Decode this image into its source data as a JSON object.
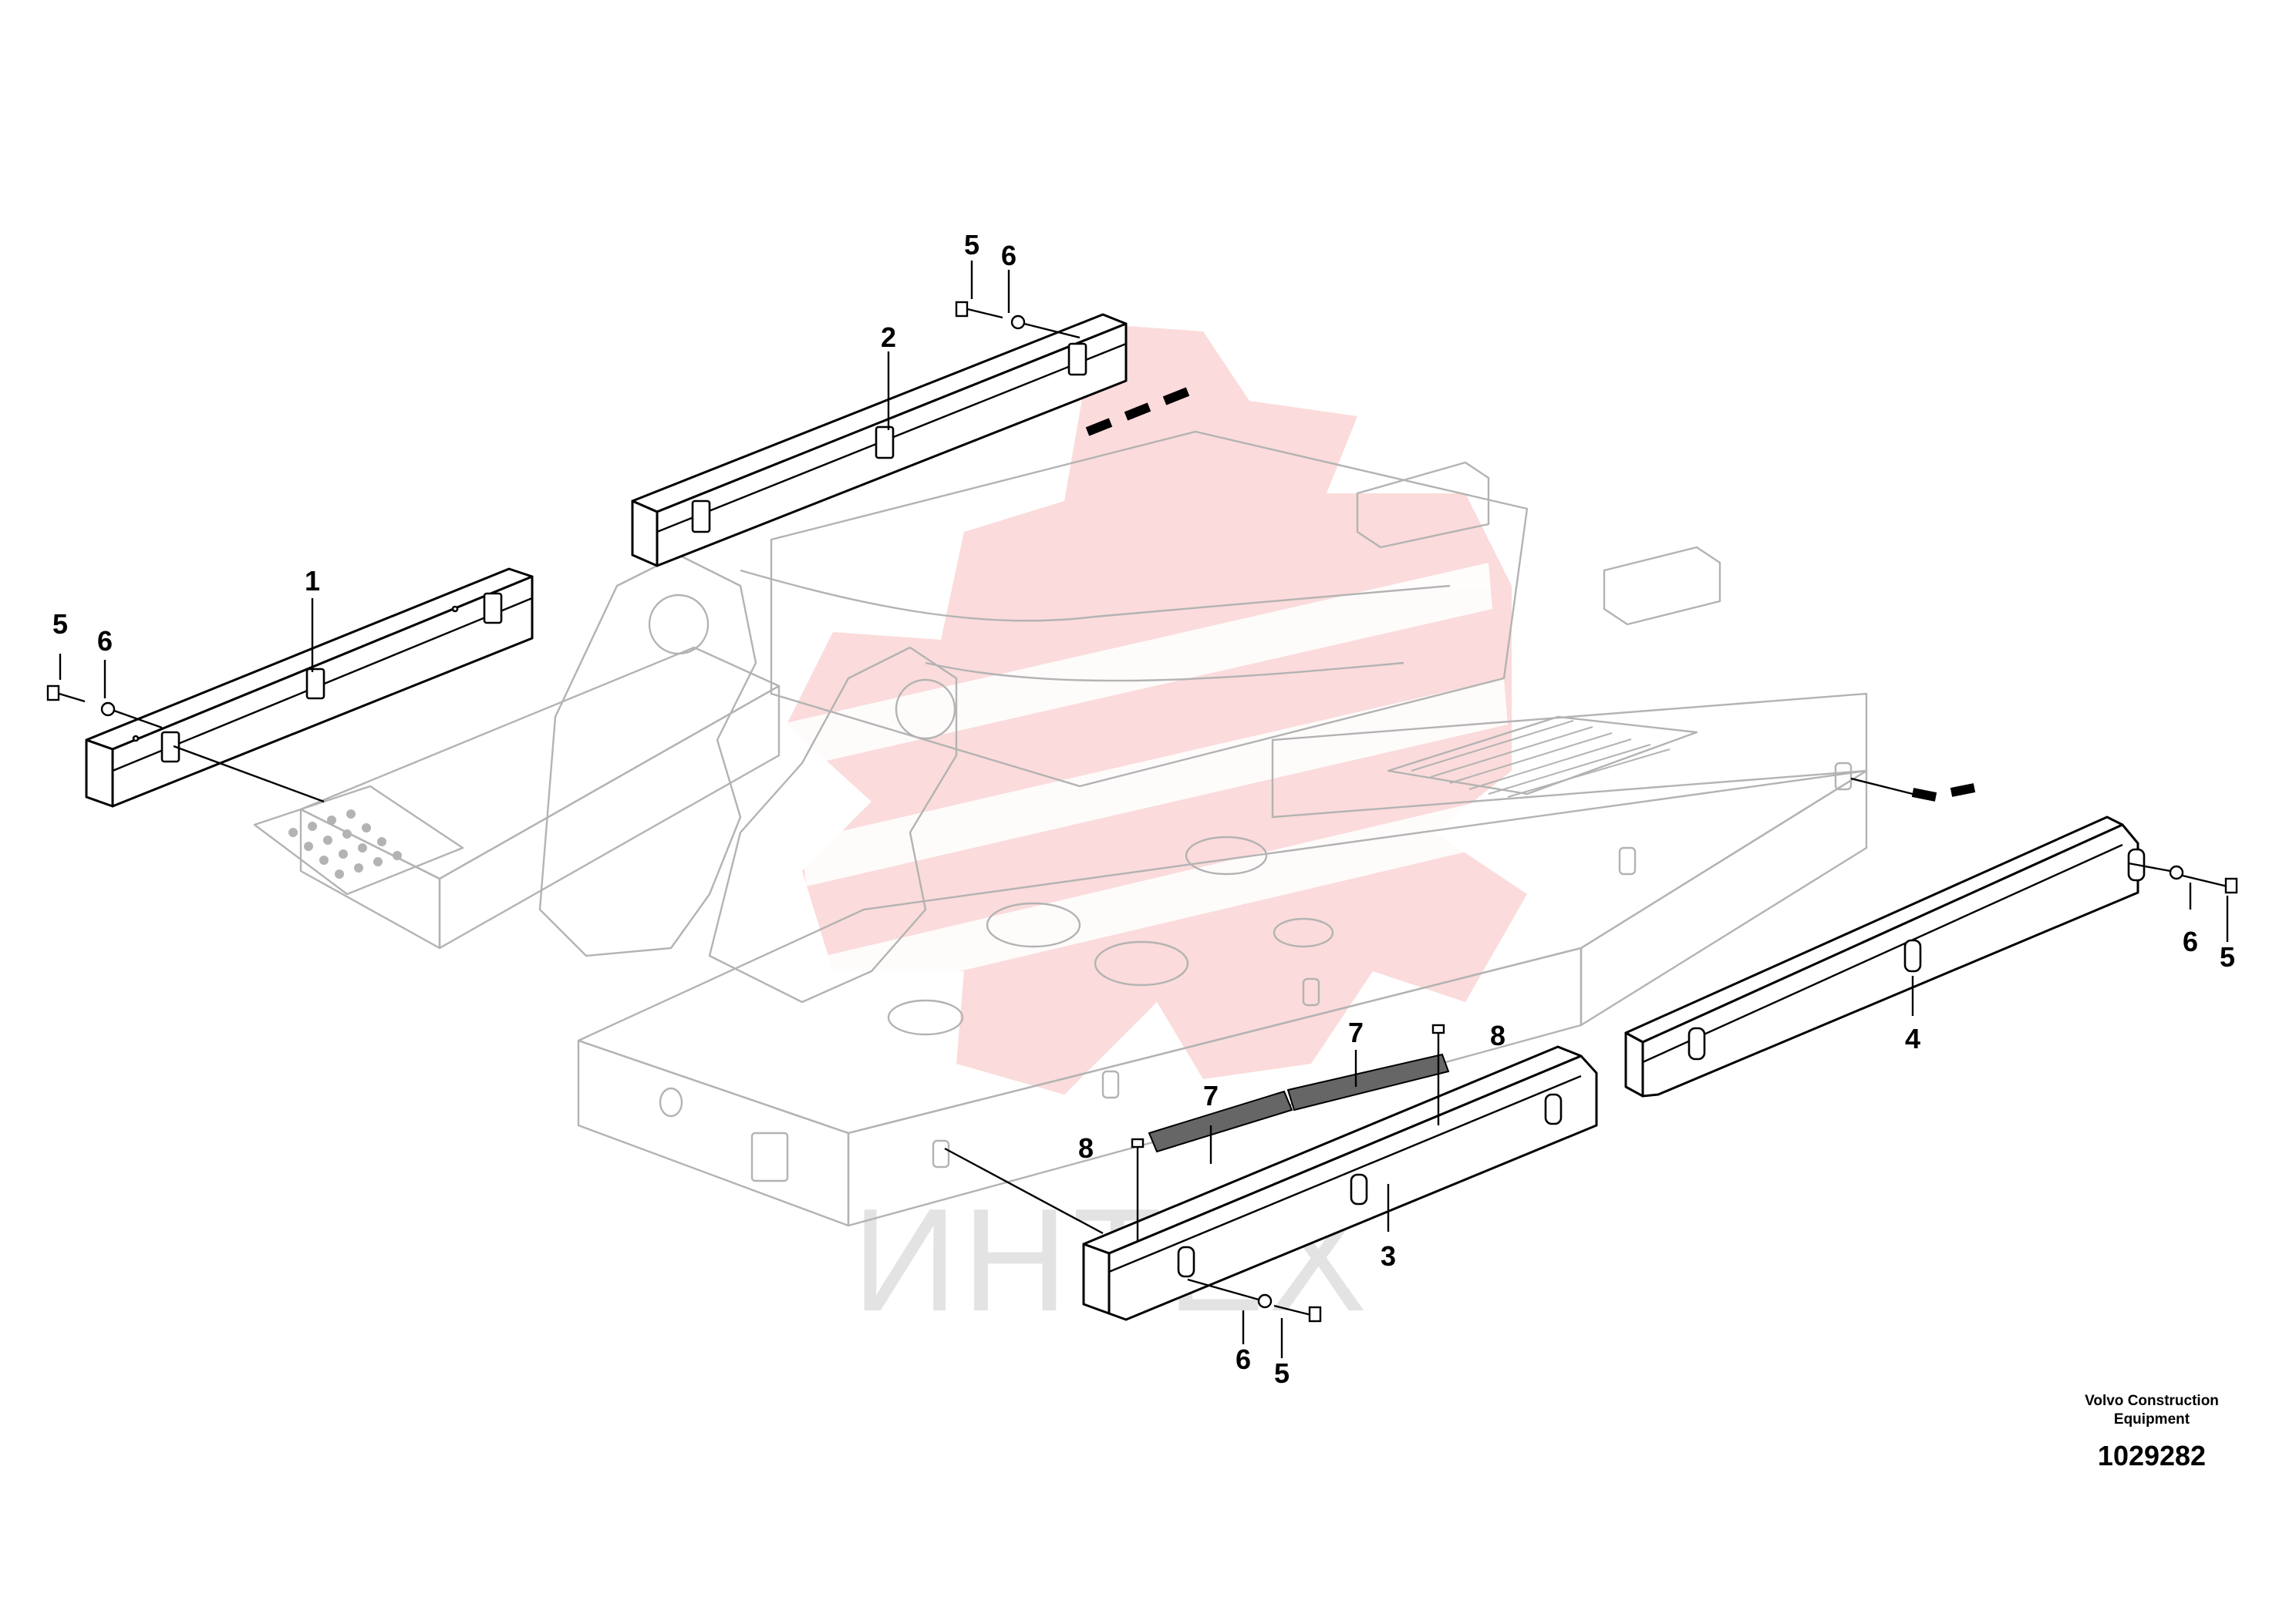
{
  "watermark": {
    "text": "ИНТЕХ",
    "color": "#f9cfcf"
  },
  "callouts": {
    "p1": "1",
    "p2": "2",
    "p3": "3",
    "p4": "4",
    "p5a": "5",
    "p5b": "5",
    "p5c": "5",
    "p5d": "5",
    "p6a": "6",
    "p6b": "6",
    "p6c": "6",
    "p6d": "6",
    "p7a": "7",
    "p7b": "7",
    "p8a": "8",
    "p8b": "8"
  },
  "footer": {
    "maker_line1": "Volvo Construction",
    "maker_line2": "Equipment",
    "drawing_number": "1029282"
  }
}
